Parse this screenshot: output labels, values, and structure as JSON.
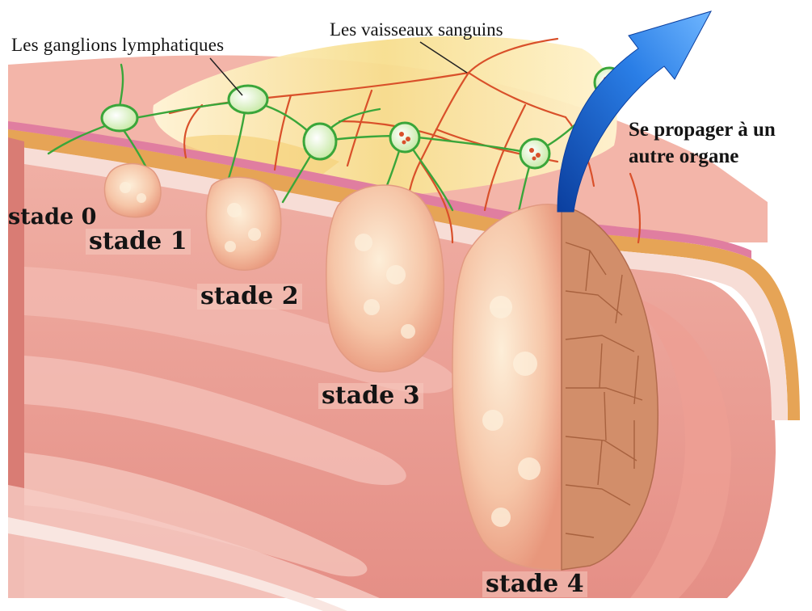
{
  "labels": {
    "lymph_nodes": "Les ganglions lymphatiques",
    "blood_vessels": "Les vaisseaux sanguins",
    "spread_line1": "Se propager à un",
    "spread_line2": "autre organe"
  },
  "stages": [
    "stade 0",
    "stade 1",
    "stade 2",
    "stade 3",
    "stade 4"
  ],
  "colors": {
    "lumen": "#e89a8f",
    "fold": "#f6c7bf",
    "mucosa_edge": "#f9e3de",
    "muscle": "#e3a45a",
    "fat": "#f6dc8a",
    "tumor": "#f3b99a",
    "tumor_light": "#fbe6cf",
    "vessel": "#d9502a",
    "lymph_line": "#3aa63a",
    "node": "#e9f7d6",
    "arrow": "#1f6fd6"
  }
}
